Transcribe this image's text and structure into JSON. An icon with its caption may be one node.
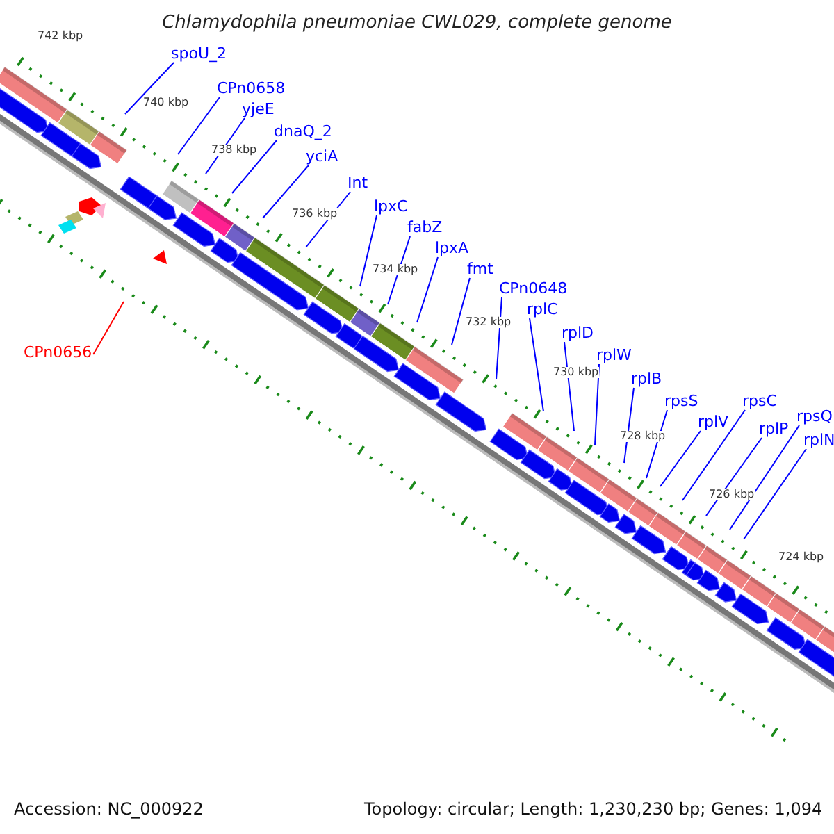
{
  "diagram": {
    "title": "Chlamydophila pneumoniae CWL029, complete genome",
    "nodes": [
      {
        "text": [
          "spoU_2"
        ]
      },
      {
        "text": [
          "CPn0658"
        ]
      },
      {
        "text": [
          "yjeE"
        ]
      },
      {
        "text": [
          "dnaQ_2"
        ]
      },
      {
        "text": [
          "yciA"
        ]
      },
      {
        "text": [
          "Int"
        ]
      },
      {
        "text": [
          "lpxC"
        ]
      },
      {
        "text": [
          "fabZ"
        ]
      },
      {
        "text": [
          "lpxA"
        ]
      },
      {
        "text": [
          "fmt"
        ]
      },
      {
        "text": [
          "CPn0648"
        ]
      },
      {
        "text": [
          "rplC"
        ]
      },
      {
        "text": [
          "rplD"
        ]
      },
      {
        "text": [
          "rplW"
        ]
      },
      {
        "text": [
          "rplB"
        ]
      },
      {
        "text": [
          "rpsS"
        ]
      },
      {
        "text": [
          "rplV"
        ]
      },
      {
        "text": [
          "rpsC"
        ]
      },
      {
        "text": [
          "rplP"
        ]
      },
      {
        "text": [
          "rpsQ"
        ]
      },
      {
        "text": [
          "rplN"
        ]
      },
      {
        "text": [
          "CPn0656"
        ]
      }
    ],
    "edges": [
      {
        "from": 0,
        "to": null,
        "arrow": "none"
      },
      {
        "from": 1,
        "to": null,
        "arrow": "none"
      },
      {
        "from": 2,
        "to": null,
        "arrow": "none"
      },
      {
        "from": 3,
        "to": null,
        "arrow": "none"
      },
      {
        "from": 4,
        "to": null,
        "arrow": "none"
      },
      {
        "from": 5,
        "to": null,
        "arrow": "none"
      },
      {
        "from": 6,
        "to": null,
        "arrow": "none"
      },
      {
        "from": 7,
        "to": null,
        "arrow": "none"
      },
      {
        "from": 8,
        "to": null,
        "arrow": "none"
      },
      {
        "from": 9,
        "to": null,
        "arrow": "none"
      },
      {
        "from": 10,
        "to": null,
        "arrow": "none"
      },
      {
        "from": 11,
        "to": null,
        "arrow": "none"
      },
      {
        "from": 12,
        "to": null,
        "arrow": "none"
      },
      {
        "from": 13,
        "to": null,
        "arrow": "none"
      },
      {
        "from": 14,
        "to": null,
        "arrow": "none"
      },
      {
        "from": 15,
        "to": null,
        "arrow": "none"
      },
      {
        "from": 16,
        "to": null,
        "arrow": "none"
      },
      {
        "from": 17,
        "to": null,
        "arrow": "none"
      },
      {
        "from": 18,
        "to": null,
        "arrow": "none"
      },
      {
        "from": 19,
        "to": null,
        "arrow": "none"
      },
      {
        "from": 20,
        "to": null,
        "arrow": "none"
      },
      {
        "from": 21,
        "to": null,
        "arrow": "none",
        "color": "#ff0000"
      }
    ],
    "labels": [
      "742 kbp",
      "740 kbp",
      "738 kbp",
      "736 kbp",
      "734 kbp",
      "732 kbp",
      "730 kbp",
      "728 kbp",
      "726 kbp",
      "724 kbp",
      "Accession: NC_000922",
      "Topology: circular; Length: 1,230,230 bp; Genes: 1,094"
    ]
  }
}
